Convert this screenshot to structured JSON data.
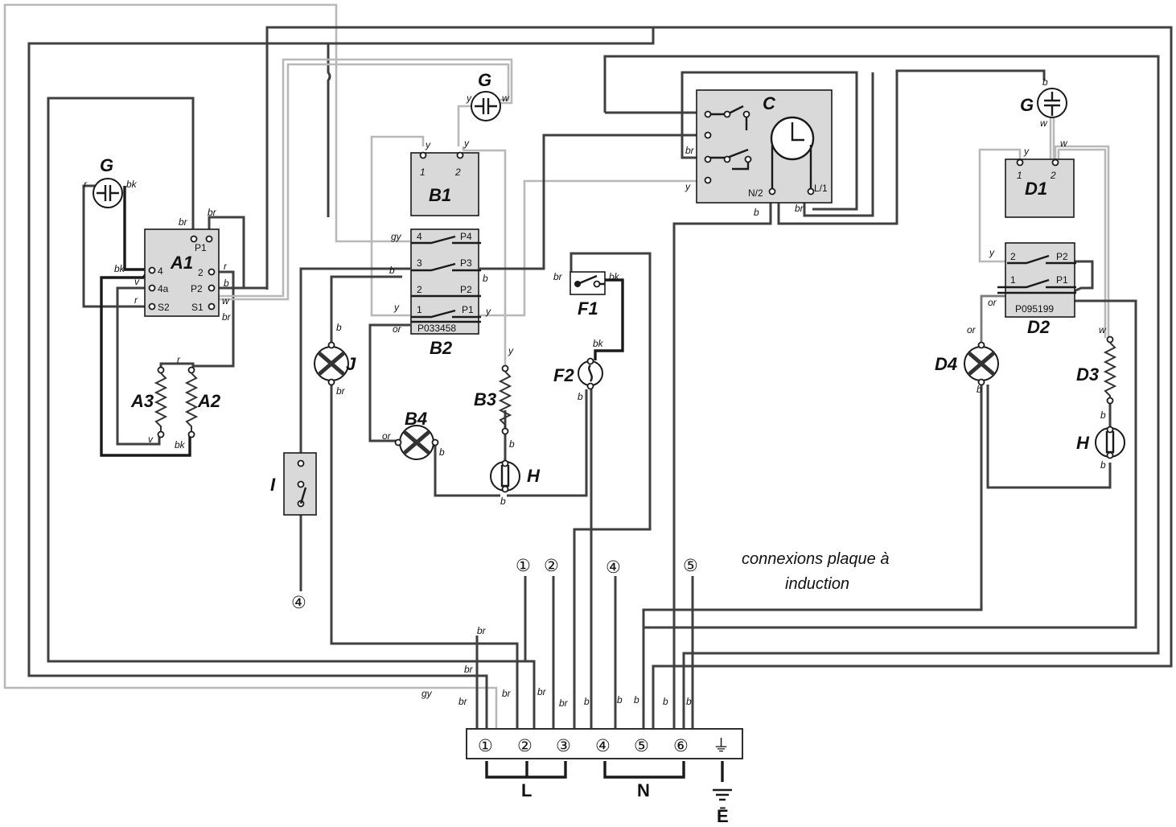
{
  "components": {
    "A1": "A1",
    "A2": "A2",
    "A3": "A3",
    "B1": "B1",
    "B2": "B2",
    "B3": "B3",
    "B4": "B4",
    "C": "C",
    "D1": "D1",
    "D2": "D2",
    "D3": "D3",
    "D4": "D4",
    "F1": "F1",
    "F2": "F2",
    "G": "G",
    "H": "H",
    "I": "I",
    "J": "J"
  },
  "part_numbers": {
    "B2": "P033458",
    "D2": "P095199"
  },
  "pins": {
    "A1": [
      "P1",
      "4",
      "4a",
      "S2",
      "2",
      "P2",
      "S1"
    ],
    "B1": [
      "1",
      "2"
    ],
    "B2": [
      "4",
      "3",
      "2",
      "1",
      "P4",
      "P3",
      "P2",
      "P1"
    ],
    "C": [
      "N/2",
      "L/1"
    ],
    "D1": [
      "1",
      "2"
    ],
    "D2": [
      "2",
      "1",
      "P2",
      "P1"
    ]
  },
  "wire_colors": {
    "br": "br",
    "bk": "bk",
    "b": "b",
    "r": "r",
    "v": "v",
    "w": "w",
    "y": "y",
    "gy": "gy",
    "or": "or"
  },
  "terminal_block": {
    "terminals": [
      "①",
      "②",
      "③",
      "④",
      "⑤",
      "⑥"
    ],
    "earth_symbol": "⏚",
    "groups": [
      "L",
      "N"
    ],
    "earth_label": "Ē"
  },
  "circled_refs": [
    "①",
    "②",
    "④",
    "⑤",
    "④"
  ],
  "note": {
    "line1": "connexions plaque à",
    "line2": "induction"
  },
  "colors": {
    "wire_dark": "#404040",
    "wire_black": "#1a1a1a",
    "wire_light": "#b8b8b8",
    "component_fill": "#d9d9d9"
  }
}
